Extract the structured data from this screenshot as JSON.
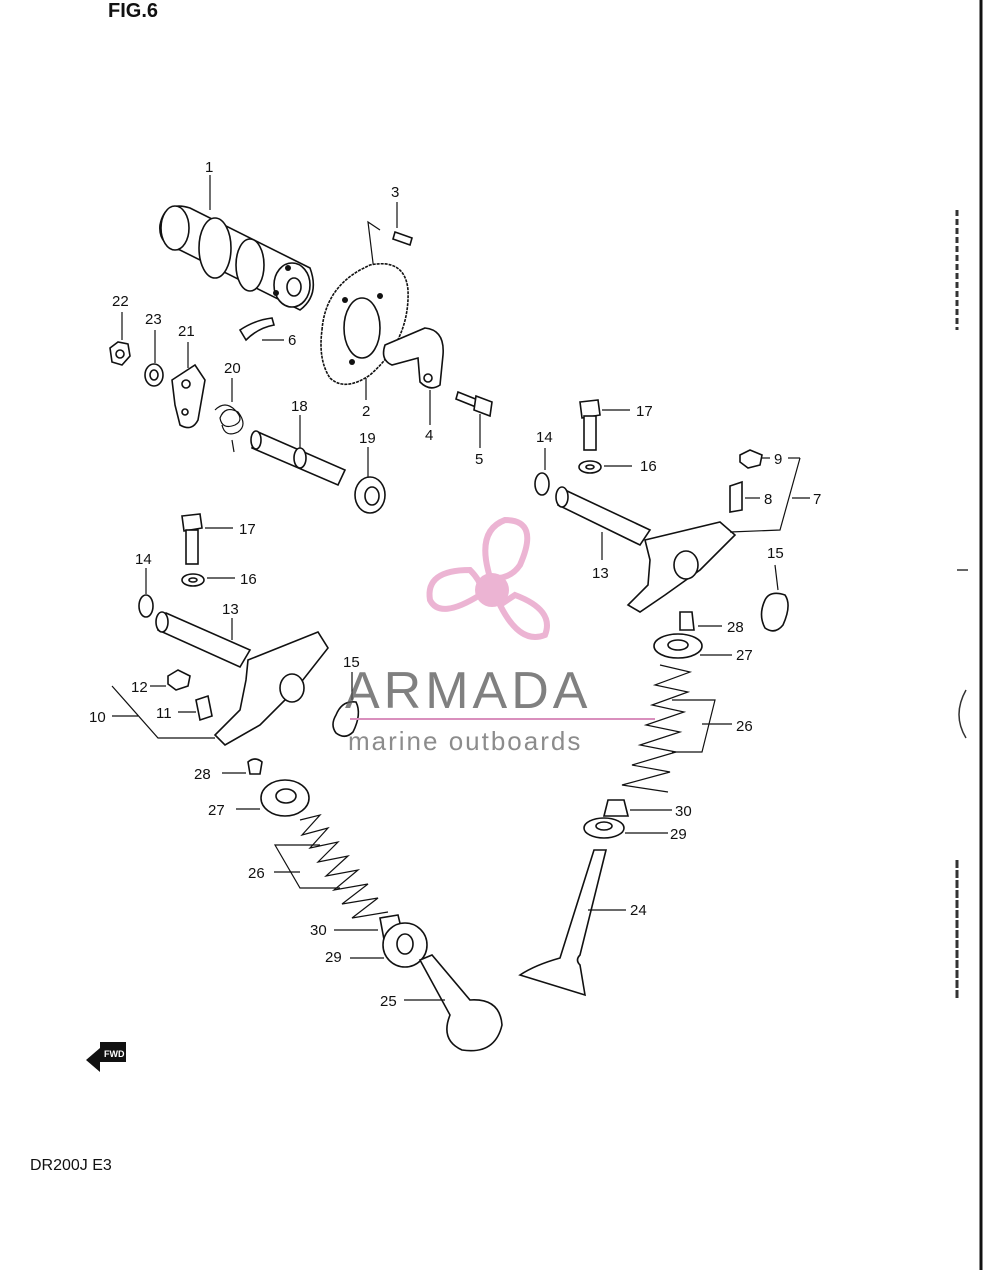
{
  "figure": {
    "title": "FIG.6",
    "model": "DR200J E3",
    "fwd": "FWD"
  },
  "watermark": {
    "brand": "ARMADA",
    "tagline": "marine outboards",
    "colors": {
      "logo": "#e9a8cc",
      "line": "#d98fbd"
    }
  },
  "labels": [
    "1",
    "3",
    "22",
    "23",
    "21",
    "6",
    "20",
    "2",
    "4",
    "5",
    "18",
    "19",
    "14",
    "17",
    "16",
    "9",
    "8",
    "7",
    "13",
    "17",
    "16",
    "14",
    "15",
    "13",
    "12",
    "11",
    "10",
    "15",
    "28",
    "27",
    "28",
    "27",
    "26",
    "26",
    "30",
    "29",
    "24",
    "30",
    "29",
    "25"
  ]
}
